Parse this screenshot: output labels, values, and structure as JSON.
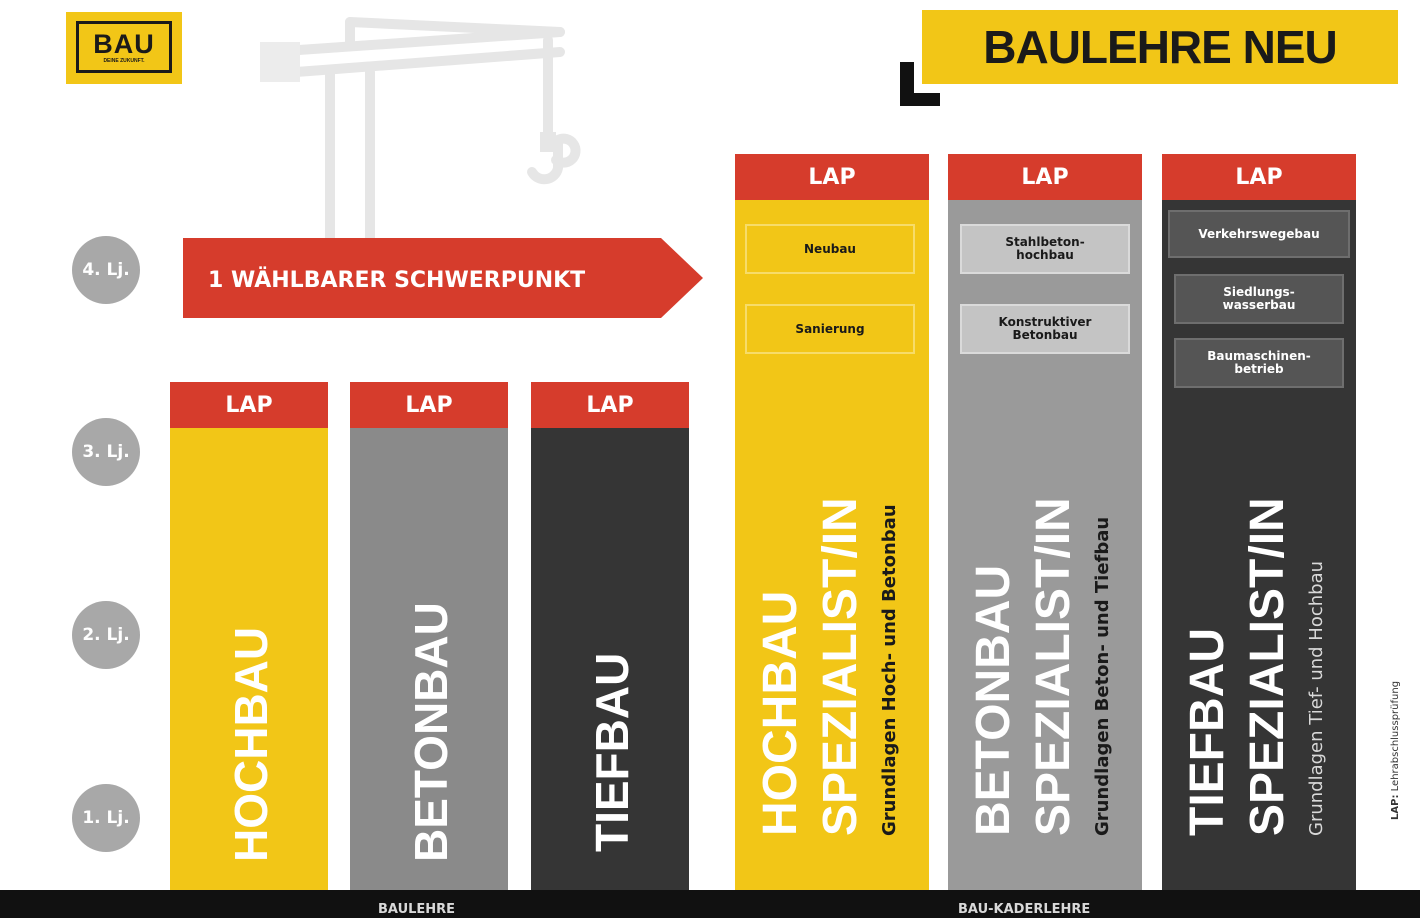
{
  "logo": {
    "text": "BAU",
    "tagline": "DEINE ZUKUNFT."
  },
  "title": "BAULEHRE NEU",
  "years": [
    "4. Lj.",
    "3. Lj.",
    "2. Lj.",
    "1. Lj."
  ],
  "arrow_label": "1 WÄHLBARER SCHWERPUNKT",
  "lap": "LAP",
  "baulehre": [
    {
      "name": "HOCHBAU",
      "color": "#f2c617"
    },
    {
      "name": "BETONBAU",
      "color": "#8a8a8a"
    },
    {
      "name": "TIEFBAU",
      "color": "#353535"
    }
  ],
  "kaderlehre": [
    {
      "line1": "HOCHBAU",
      "line2": "SPEZIALIST/IN",
      "sub": "Grundlagen Hoch- und Betonbau",
      "color": "#f2c617",
      "options": [
        "Neubau",
        "Sanierung"
      ]
    },
    {
      "line1": "BETONBAU",
      "line2": "SPEZIALIST/IN",
      "sub": "Grundlagen Beton- und Tiefbau",
      "color": "#9a9a9a",
      "options": [
        "Stahlbeton-\nhochbau",
        "Konstruktiver\nBetonbau"
      ]
    },
    {
      "line1": "TIEFBAU",
      "line2": "SPEZIALIST/IN",
      "sub": "Grundlagen Tief- und Hochbau",
      "color": "#353535",
      "options": [
        "Verkehrswegebau",
        "Siedlungs-\nwasserbau",
        "Baumaschinen-\nbetrieb"
      ]
    }
  ],
  "footer": {
    "left": "BAULEHRE",
    "right": "BAU-KADERLEHRE"
  },
  "legend_note": {
    "abbr": "LAP:",
    "text": "Lehrabschlussprüfung"
  }
}
